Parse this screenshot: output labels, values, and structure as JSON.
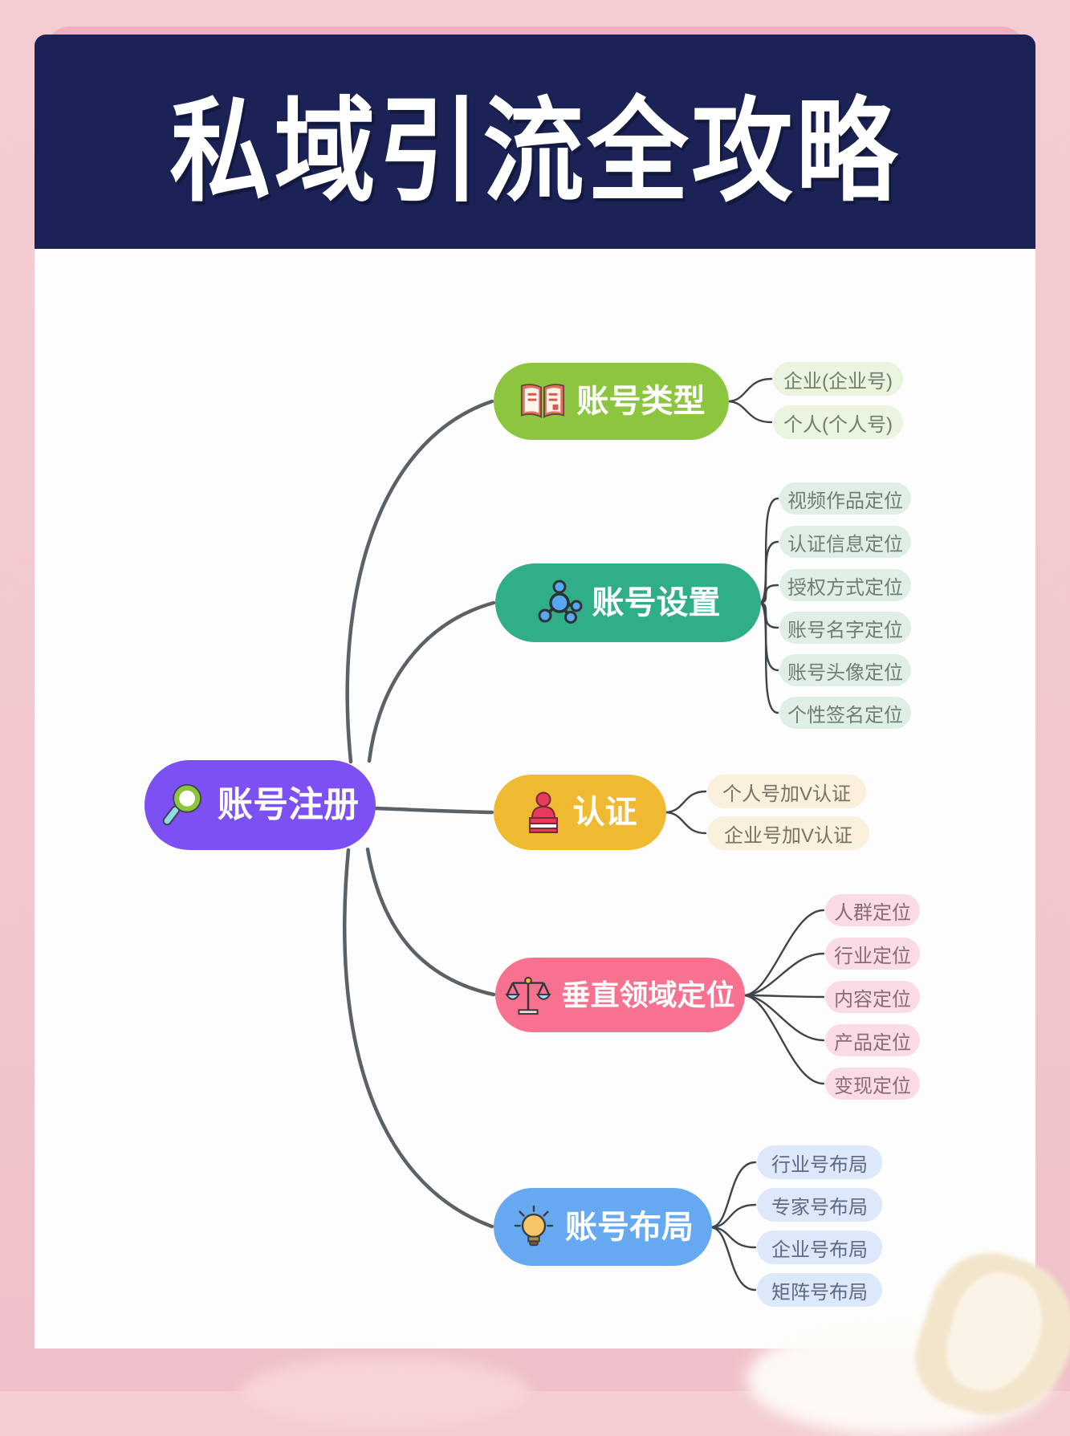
{
  "page": {
    "background": "#F2C8CE",
    "card_background": "#FCFDFC"
  },
  "header": {
    "title": "私域引流全攻略",
    "background": "#1B2256",
    "text_color": "#FFFFFF"
  },
  "mindmap": {
    "root": {
      "label": "账号注册",
      "icon": "magnifier-icon",
      "color": "#7C50F3",
      "text_color": "#FFFFFF"
    },
    "branches": [
      {
        "label": "账号类型",
        "icon": "open-book-icon",
        "color": "#8CC63E",
        "child_color": "#EAF4DF",
        "child_text_color": "#707E6C",
        "children": [
          "企业(企业号)",
          "个人(个人号)"
        ]
      },
      {
        "label": "账号设置",
        "icon": "molecule-icon",
        "color": "#2FAE88",
        "child_color": "#E0EFE6",
        "child_text_color": "#6D7F74",
        "children": [
          "视频作品定位",
          "认证信息定位",
          "授权方式定位",
          "账号名字定位",
          "账号头像定位",
          "个性签名定位"
        ]
      },
      {
        "label": "认证",
        "icon": "stamp-icon",
        "color": "#EFBA31",
        "child_color": "#FAF0DB",
        "child_text_color": "#7A7265",
        "children": [
          "个人号加V认证",
          "企业号加V认证"
        ]
      },
      {
        "label": "垂直领域定位",
        "icon": "balance-scale-icon",
        "color": "#F8718F",
        "child_color": "#FBDBE4",
        "child_text_color": "#8A6C77",
        "children": [
          "人群定位",
          "行业定位",
          "内容定位",
          "产品定位",
          "变现定位"
        ]
      },
      {
        "label": "账号布局",
        "icon": "lightbulb-icon",
        "color": "#66A9F1",
        "child_color": "#DDE8FB",
        "child_text_color": "#5C6B84",
        "children": [
          "行业号布局",
          "专家号布局",
          "企业号布局",
          "矩阵号布局"
        ]
      }
    ]
  }
}
